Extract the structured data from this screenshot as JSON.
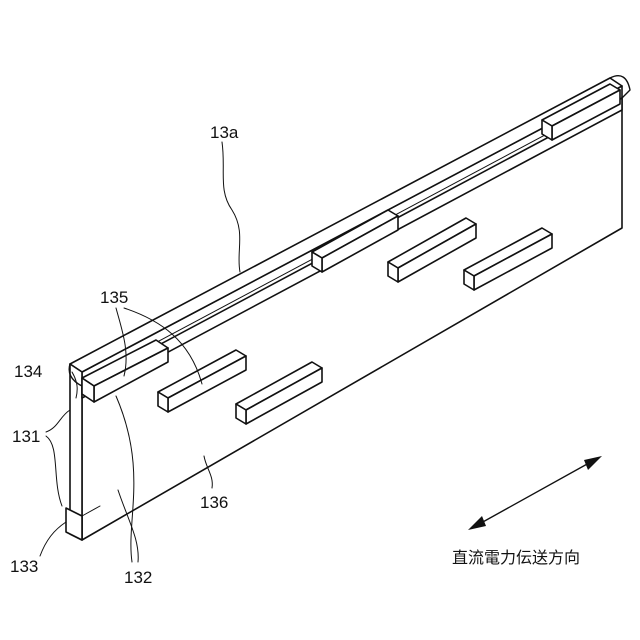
{
  "labels": {
    "board": "13a",
    "ridge": "135",
    "edge_top": "134",
    "side": "131",
    "bottom_foot": "133",
    "bottom_part": "132",
    "face": "136"
  },
  "caption": "直流電力伝送方向"
}
